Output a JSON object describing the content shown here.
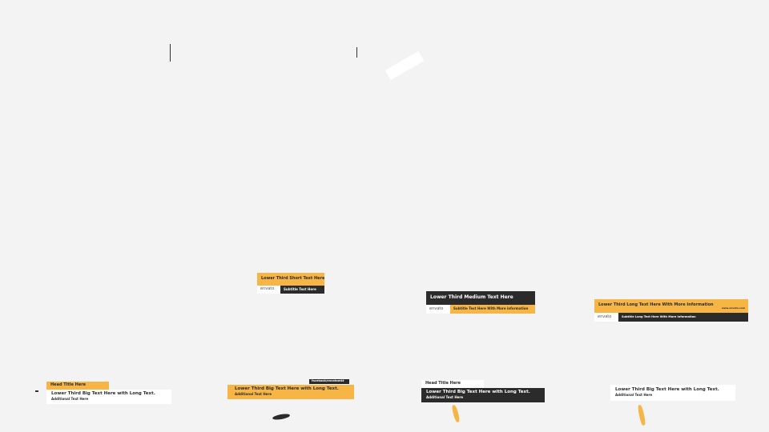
{
  "colors": {
    "accent": "#f6b545",
    "dark": "#2b2b2b",
    "background": "#f3f3f3"
  },
  "lt_short": {
    "title": "Lower Third Short Text Here",
    "brand": "envato",
    "subtitle": "Subtitle Text Here"
  },
  "lt_medium": {
    "title": "Lower Third Medium Text Here",
    "brand": "envato",
    "subtitle": "Subtitle Text Here With More information"
  },
  "lt_long": {
    "title": "Lower Third Long Text Here With More Information",
    "url": "www.envato.com",
    "brand": "envato",
    "subtitle": "Subtitle Long Text Here With More Information"
  },
  "lt_big_1": {
    "head": "Head Title Here",
    "title": "Lower Third Big Text Here with Long Text.",
    "additional": "Additional Text Here"
  },
  "lt_big_2": {
    "handle": "facebook/envatomkt",
    "title": "Lower Third Big Text Here with Long Text.",
    "additional": "Additional Text Here"
  },
  "lt_big_3": {
    "head": "Head Title Here",
    "title": "Lower Third Big Text Here with Long Text.",
    "additional": "Additional Text Here"
  },
  "lt_big_4": {
    "title": "Lower Third Big Text Here with Long Text.",
    "additional": "Additional Text Here"
  }
}
